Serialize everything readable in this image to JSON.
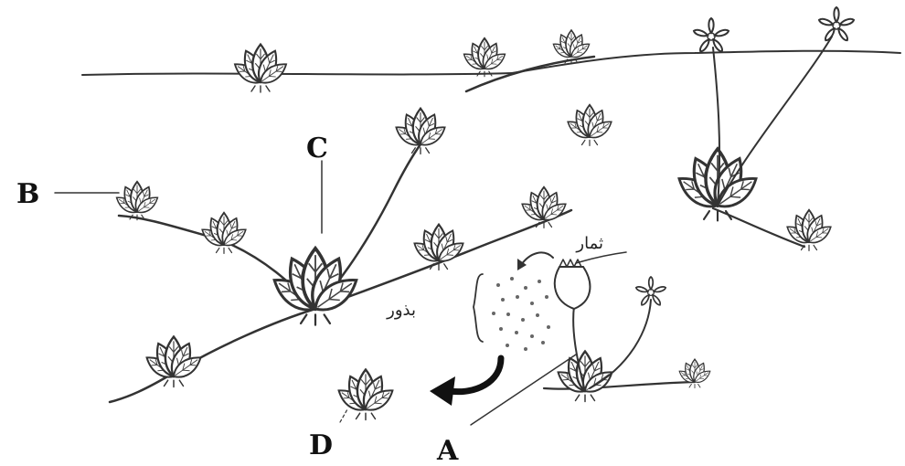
{
  "labels": {
    "A": "A",
    "B": "B",
    "C": "C",
    "D": "D"
  },
  "arabic": {
    "fruits": "ثمار",
    "seeds": "بذور"
  },
  "colors": {
    "ink": "#333333",
    "background": "#ffffff"
  }
}
